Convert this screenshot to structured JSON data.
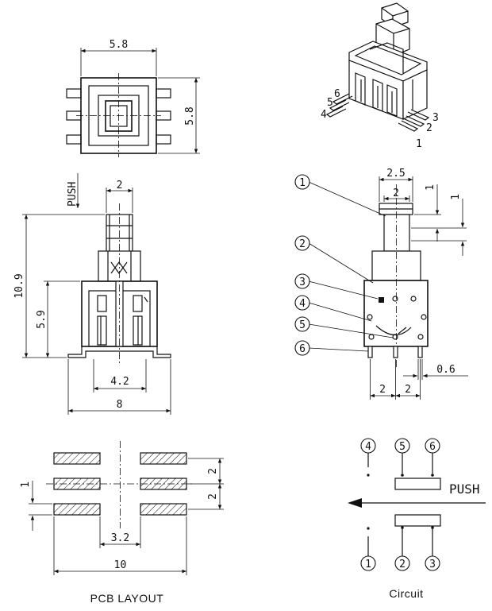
{
  "top_view": {
    "width_dim": "5.8",
    "height_dim": "5.8"
  },
  "front_view": {
    "push_label": "PUSH",
    "actuator_dim": "2",
    "total_height_dim": "10.9",
    "body_height_dim": "5.9",
    "pin_span_dim": "4.2",
    "overall_width_dim": "8"
  },
  "side_view": {
    "dim_top_outer": "2.5",
    "dim_top_inner": "2",
    "dim_right_1a": "1",
    "dim_right_1b": "1",
    "pin_width_dim": "0.6",
    "pitch_left": "2",
    "pitch_right": "2",
    "callouts": [
      "1",
      "2",
      "3",
      "4",
      "5",
      "6"
    ]
  },
  "iso_view": {
    "pin_labels": [
      "6",
      "5",
      "4",
      "3",
      "2",
      "1"
    ]
  },
  "pcb_layout": {
    "caption": "PCB LAYOUT",
    "row_offset_dim": "1",
    "pitch_top": "2",
    "pitch_bottom": "2",
    "inner_gap_dim": "3.2",
    "overall_dim": "10"
  },
  "circuit": {
    "caption": "Circuit",
    "push_label": "PUSH",
    "top_pins": [
      "4",
      "5",
      "6"
    ],
    "bottom_pins": [
      "1",
      "2",
      "3"
    ]
  }
}
